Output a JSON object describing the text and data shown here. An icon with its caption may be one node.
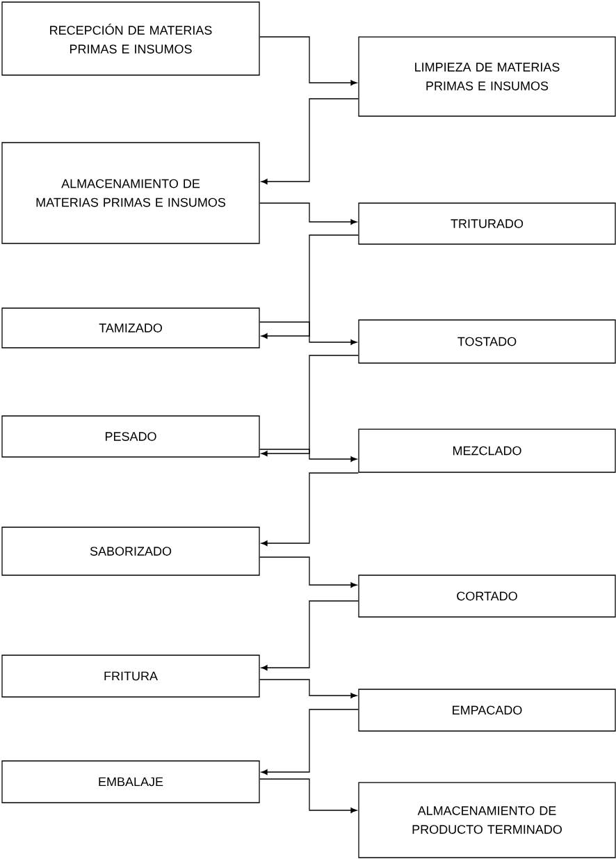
{
  "diagram": {
    "nodes": [
      {
        "text": [
          "RECEPCIÓN DE MATERIAS PRIMAS E INSUMOS"
        ]
      },
      {
        "text": [
          "LIMPIEZA DE MATERIAS PRIMAS E INSUMOS"
        ]
      },
      {
        "text": [
          "ALMACENAMIENTO DE MATERIAS PRIMAS E INSUMOS"
        ]
      },
      {
        "text": [
          "TRITURADO"
        ]
      },
      {
        "text": [
          "TAMIZADO"
        ]
      },
      {
        "text": [
          "TOSTADO"
        ]
      },
      {
        "text": [
          "PESADO"
        ]
      },
      {
        "text": [
          "MEZCLADO"
        ]
      },
      {
        "text": [
          "SABORIZADO"
        ]
      },
      {
        "text": [
          "CORTADO"
        ]
      },
      {
        "text": [
          "FRITURA"
        ]
      },
      {
        "text": [
          "EMPACADO"
        ]
      },
      {
        "text": [
          "EMBALAJE"
        ]
      },
      {
        "text": [
          "ALMACENAMIENTO DE PRODUCTO TERMINADO"
        ]
      }
    ],
    "edges": [
      {
        "from": 0,
        "to": 1,
        "arrow": "to"
      },
      {
        "from": 1,
        "to": 2,
        "arrow": "to"
      },
      {
        "from": 2,
        "to": 3,
        "arrow": "to"
      },
      {
        "from": 3,
        "to": 4,
        "arrow": "to"
      },
      {
        "from": 4,
        "to": 5,
        "arrow": "to"
      },
      {
        "from": 5,
        "to": 6,
        "arrow": "to"
      },
      {
        "from": 6,
        "to": 7,
        "arrow": "to"
      },
      {
        "from": 7,
        "to": 8,
        "arrow": "to"
      },
      {
        "from": 8,
        "to": 9,
        "arrow": "to"
      },
      {
        "from": 9,
        "to": 10,
        "arrow": "to"
      },
      {
        "from": 10,
        "to": 11,
        "arrow": "to"
      },
      {
        "from": 11,
        "to": 12,
        "arrow": "to"
      },
      {
        "from": 12,
        "to": 13,
        "arrow": "to"
      }
    ]
  }
}
